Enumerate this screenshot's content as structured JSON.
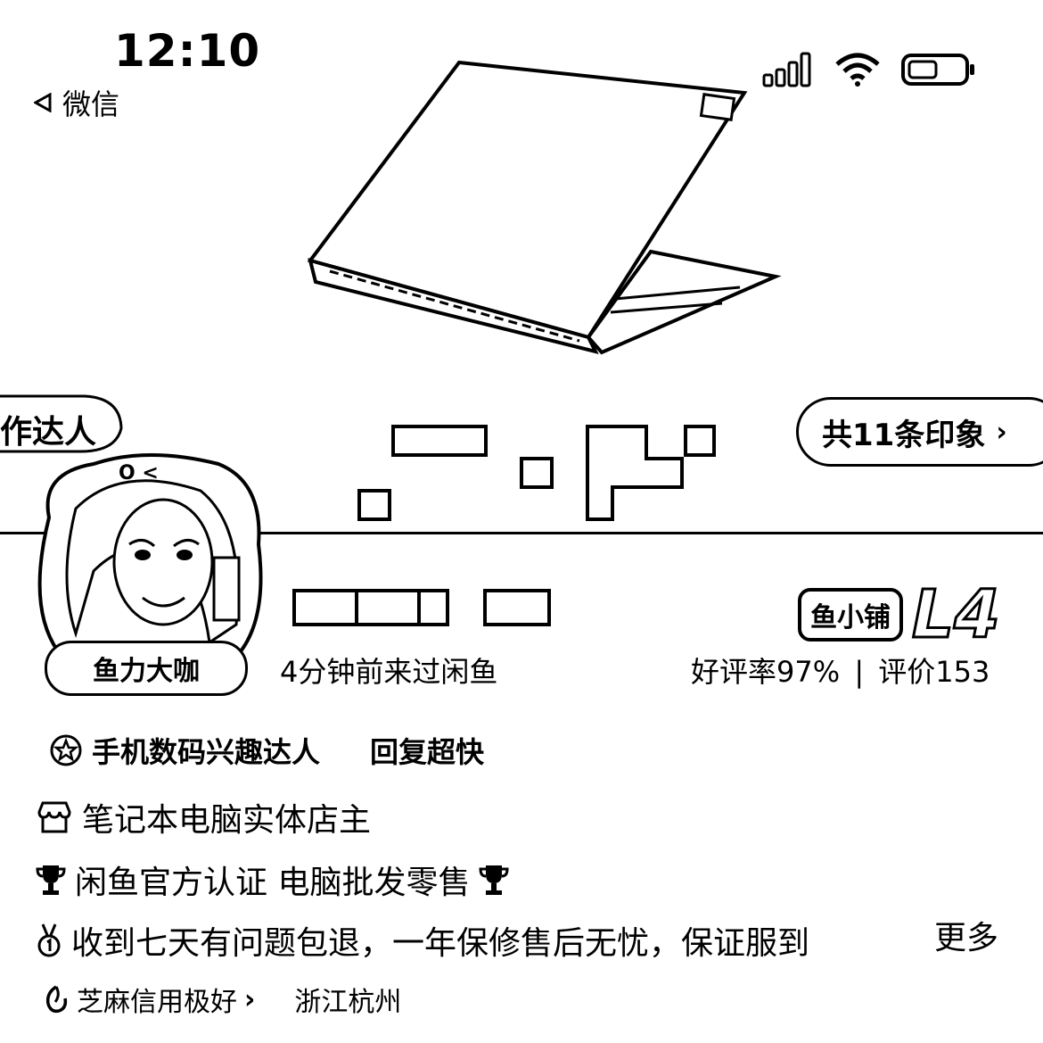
{
  "status_bar": {
    "time": "12:10",
    "back_label": "微信"
  },
  "banner": {
    "title": "作达人",
    "impressions_button": "共11条印象",
    "impressions_chevron": "›"
  },
  "profile": {
    "avatar_badge": "鱼力大咖",
    "avatar_emote": "O <",
    "last_seen": "4分钟前来过闲鱼",
    "shop_tag": "鱼小铺",
    "level": "L4",
    "rating_text": "好评率97%",
    "reviews_text": "评价153",
    "separator": "|"
  },
  "tags": {
    "interest": "手机数码兴趣达人",
    "reply": "回复超快"
  },
  "bio": {
    "line1": "笔记本电脑实体店主",
    "line2": "闲鱼官方认证 电脑批发零售",
    "line3": "收到七天有问题包退，一年保修售后无忧，保证服到",
    "more_label": "更多"
  },
  "footer": {
    "credit": "芝麻信用极好",
    "credit_chevron": "›",
    "location": "浙江杭州"
  },
  "icons": [
    "back-triangle-icon",
    "signal-icon",
    "wifi-icon",
    "battery-icon",
    "star-badge-icon",
    "shop-icon",
    "trophy-icon",
    "medal-icon",
    "sesame-icon"
  ]
}
